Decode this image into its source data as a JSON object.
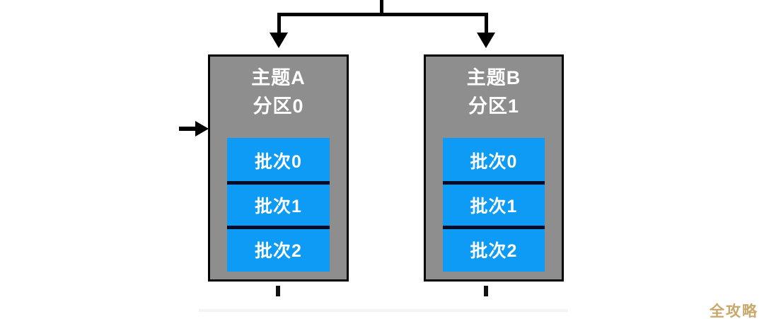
{
  "diagram": {
    "title": "Kafka topic partition batch diagram",
    "background_color": "#ffffff",
    "box_fill_color": "#8e8e8e",
    "box_border_color": "#000000",
    "batch_fill_color": "#0d9bf5",
    "batch_divider_color": "#040c26",
    "text_color": "#ffffff",
    "connector_color": "#000000"
  },
  "topics": [
    {
      "topic_label": "主题A",
      "partition_label": "分区0",
      "batches": [
        {
          "label": "批次0"
        },
        {
          "label": "批次1"
        },
        {
          "label": "批次2"
        }
      ]
    },
    {
      "topic_label": "主题B",
      "partition_label": "分区1",
      "batches": [
        {
          "label": "批次0"
        },
        {
          "label": "批次1"
        },
        {
          "label": "批次2"
        }
      ]
    }
  ],
  "watermark": {
    "text": "全攻略",
    "color": "#c9a96b"
  }
}
